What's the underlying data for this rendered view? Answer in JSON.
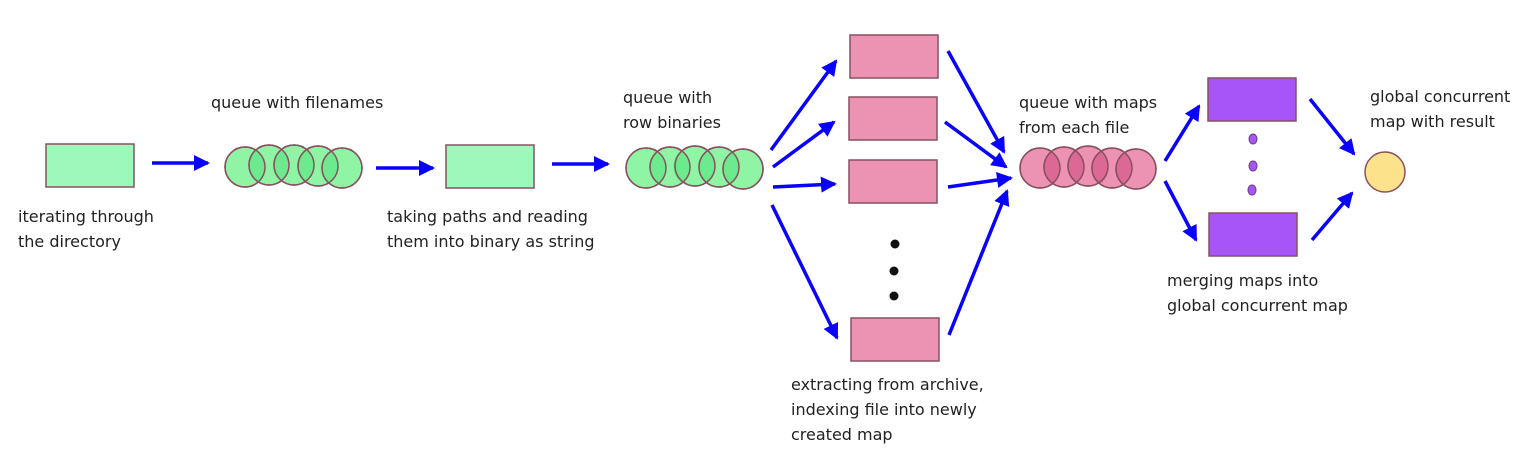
{
  "labels": {
    "iterating": [
      "iterating through",
      "the directory"
    ],
    "queue_filenames": [
      "queue with filenames"
    ],
    "taking_paths": [
      "taking paths and reading",
      "them into binary as string"
    ],
    "queue_binaries": [
      "queue with",
      "row binaries"
    ],
    "extracting": [
      "extracting from archive,",
      "indexing file into newly",
      "created map"
    ],
    "queue_maps": [
      "queue with maps",
      "from each file"
    ],
    "merging": [
      "merging maps into",
      "global concurrent map"
    ],
    "global_map": [
      "global concurrent",
      "map with result"
    ]
  },
  "colors": {
    "arrow": "#0a00ff",
    "stroke": "#8a5060",
    "green_fill": "#9cf9bb",
    "green_queue": "#8ff5a5",
    "green_overlap": "#55e37e",
    "pink_fill": "#ec93b3",
    "pink_overlap": "#d65689",
    "purple_fill": "#a855f7",
    "yellow_fill": "#fce28a",
    "dot_black": "#111111",
    "text": "#222222"
  }
}
